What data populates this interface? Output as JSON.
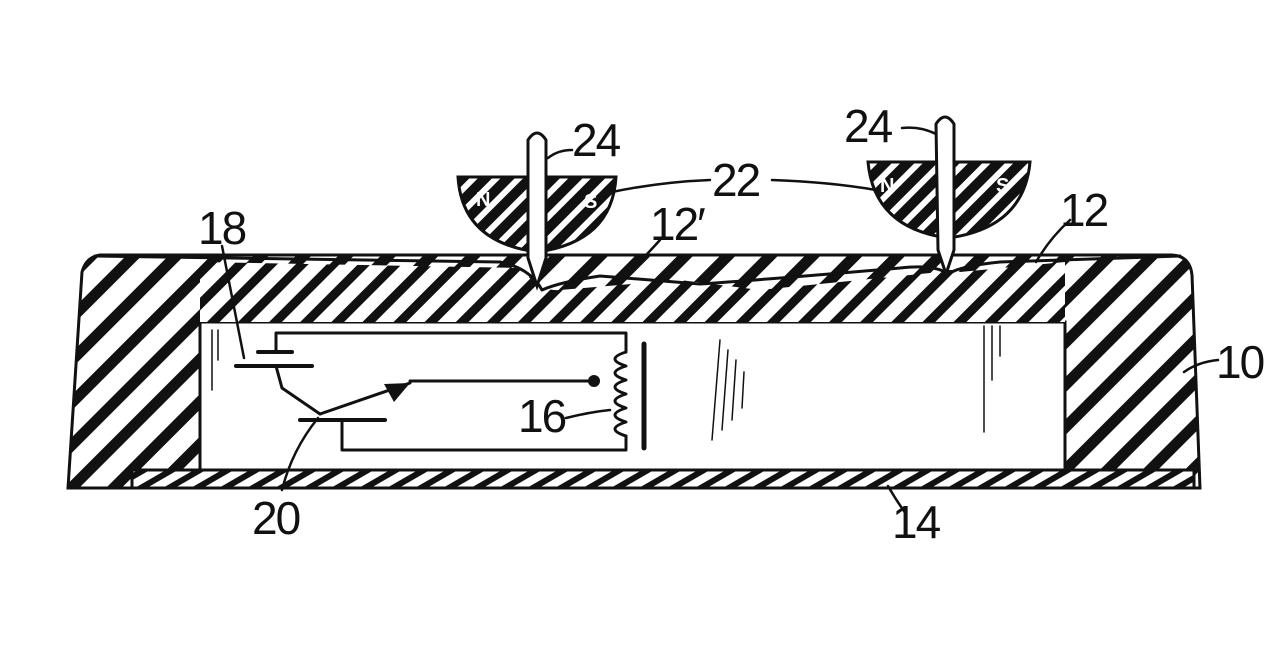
{
  "labels": {
    "housing": "10",
    "top_surface": "12",
    "top_surface_depressed": "12′",
    "bottom_plate": "14",
    "coil": "16",
    "battery": "18",
    "switch": "20",
    "magnets": "22",
    "probe_left": "24",
    "probe_right": "24"
  },
  "poles": {
    "left_north": "N",
    "left_south": "S",
    "right_north": "N",
    "right_south": "S"
  },
  "colors": {
    "ink": "#111111",
    "paper": "#ffffff"
  }
}
